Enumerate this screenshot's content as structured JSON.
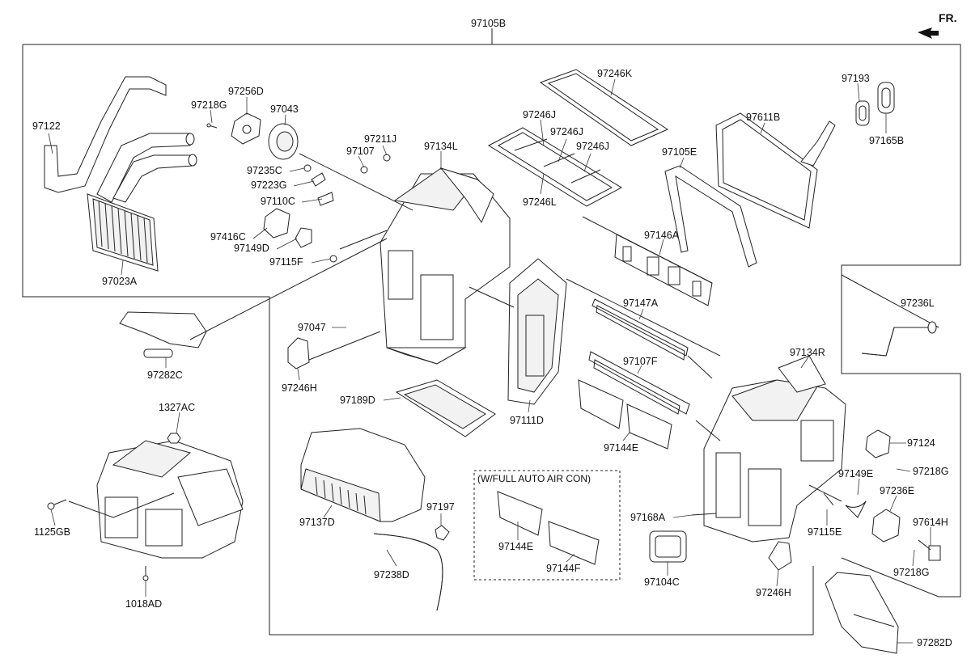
{
  "orientation": {
    "label": "FR.",
    "arrow_icon": "front-direction-arrow-icon"
  },
  "subgroup": {
    "label": "(W/FULL AUTO AIR CON)"
  },
  "parts": {
    "p97105B": "97105B",
    "p97122": "97122",
    "p97218G_a": "97218G",
    "p97256D": "97256D",
    "p97043": "97043",
    "p97246K": "97246K",
    "p97193": "97193",
    "p97246J_a": "97246J",
    "p97246J_b": "97246J",
    "p97246J_c": "97246J",
    "p97611B": "97611B",
    "p97211J": "97211J",
    "p97107": "97107",
    "p97134L": "97134L",
    "p97165B": "97165B",
    "p97235C": "97235C",
    "p97223G": "97223G",
    "p97105E": "97105E",
    "p97246L": "97246L",
    "p97110C": "97110C",
    "p97416C": "97416C",
    "p97149D": "97149D",
    "p97146A": "97146A",
    "p97115F": "97115F",
    "p97023A": "97023A",
    "p97236L": "97236L",
    "p97147A": "97147A",
    "p97047": "97047",
    "p97134R": "97134R",
    "p97107F": "97107F",
    "p97282C": "97282C",
    "p97246H_a": "97246H",
    "p97189D": "97189D",
    "p97111D": "97111D",
    "p1327AC": "1327AC",
    "p97144E_a": "97144E",
    "p97124": "97124",
    "p97218G_b": "97218G",
    "p97149E": "97149E",
    "p97236E": "97236E",
    "p1125GB": "1125GB",
    "p97197": "97197",
    "p97137D": "97137D",
    "p97168A": "97168A",
    "p97614H": "97614H",
    "p97144E_b": "97144E",
    "p97115E": "97115E",
    "p97238D": "97238D",
    "p97144F": "97144F",
    "p97218G_c": "97218G",
    "p97104C": "97104C",
    "p97246H_b": "97246H",
    "p1018AD": "1018AD",
    "p97282D": "97282D"
  }
}
